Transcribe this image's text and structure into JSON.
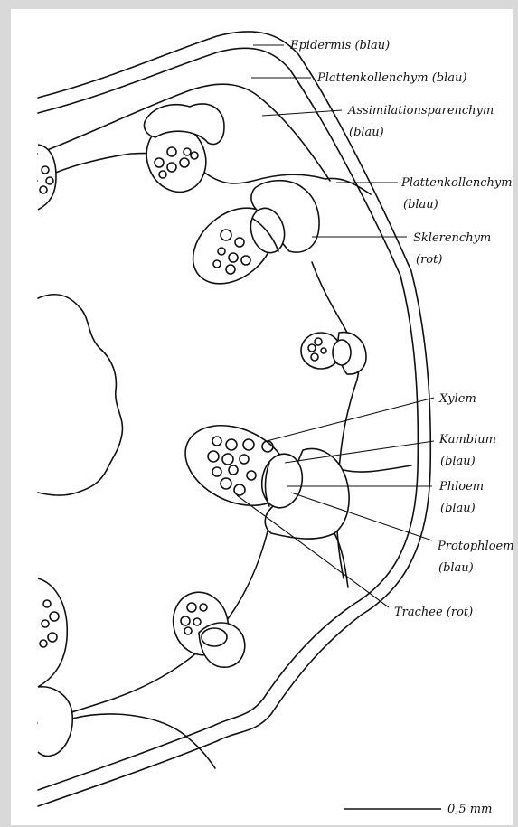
{
  "labels": {
    "epidermis": "Epidermis (blau)",
    "plattenkollenchym_1": "Plattenkollenchym (blau)",
    "assimilation_1": "Assimilationsparenchym",
    "assimilation_2": "(blau)",
    "plattenkollenchym_2a": "Plattenkollenchym",
    "plattenkollenchym_2b": "(blau)",
    "sklerenchym_1": "Sklerenchym",
    "sklerenchym_2": "(rot)",
    "xylem": "Xylem",
    "kambium_1": "Kambium",
    "kambium_2": "(blau)",
    "phloem_1": "Phloem",
    "phloem_2": "(blau)",
    "protophloem_1": "Protophloem",
    "protophloem_2": "(blau)",
    "trachee": "Trachee (rot)"
  },
  "scale_bar": {
    "label": "0,5 mm"
  }
}
